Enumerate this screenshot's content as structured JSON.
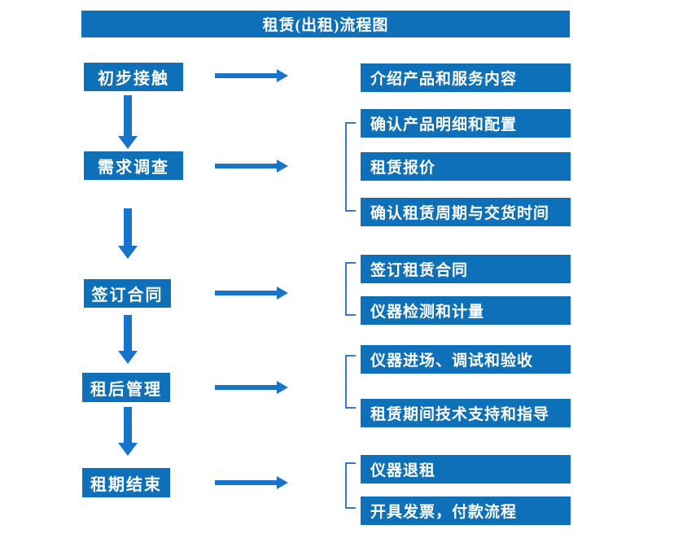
{
  "title": "租赁(出租)流程图",
  "colors": {
    "box_blue": "#0e70b8",
    "arrow_blue": "#1674cb",
    "bracket_blue": "#3c78be",
    "text_white": "#ffffff"
  },
  "stages": [
    {
      "label": "初步接触",
      "details": [
        "介绍产品和服务内容"
      ]
    },
    {
      "label": "需求调查",
      "details": [
        "确认产品明细和配置",
        "租赁报价",
        "确认租赁周期与交货时间"
      ]
    },
    {
      "label": "签订合同",
      "details": [
        "签订租赁合同",
        "仪器检测和计量"
      ]
    },
    {
      "label": "租后管理",
      "details": [
        "仪器进场、调试和验收",
        "租赁期间技术支持和指导"
      ]
    },
    {
      "label": "租期结束",
      "details": [
        "仪器退租",
        "开具发票，付款流程"
      ]
    }
  ]
}
